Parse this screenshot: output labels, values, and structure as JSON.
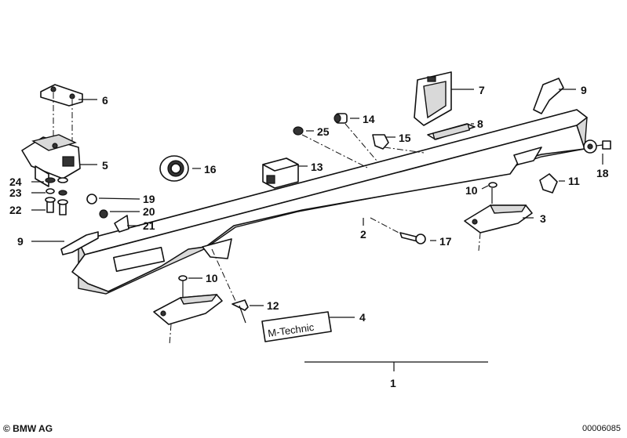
{
  "diagram": {
    "callouts": [
      {
        "id": "c1",
        "text": "1"
      },
      {
        "id": "c2",
        "text": "2"
      },
      {
        "id": "c3",
        "text": "3"
      },
      {
        "id": "c4",
        "text": "4"
      },
      {
        "id": "c5",
        "text": "5"
      },
      {
        "id": "c6",
        "text": "6"
      },
      {
        "id": "c7",
        "text": "7"
      },
      {
        "id": "c8",
        "text": "8"
      },
      {
        "id": "c9a",
        "text": "9"
      },
      {
        "id": "c9b",
        "text": "9"
      },
      {
        "id": "c10a",
        "text": "10"
      },
      {
        "id": "c10b",
        "text": "10"
      },
      {
        "id": "c11",
        "text": "11"
      },
      {
        "id": "c12",
        "text": "12"
      },
      {
        "id": "c13",
        "text": "13"
      },
      {
        "id": "c14",
        "text": "14"
      },
      {
        "id": "c15",
        "text": "15"
      },
      {
        "id": "c16",
        "text": "16"
      },
      {
        "id": "c17",
        "text": "17"
      },
      {
        "id": "c18",
        "text": "18"
      },
      {
        "id": "c19",
        "text": "19"
      },
      {
        "id": "c20",
        "text": "20"
      },
      {
        "id": "c21",
        "text": "21"
      },
      {
        "id": "c22",
        "text": "22"
      },
      {
        "id": "c23",
        "text": "23"
      },
      {
        "id": "c24",
        "text": "24"
      },
      {
        "id": "c25",
        "text": "25"
      }
    ],
    "badge_text": "M-Technic"
  },
  "footer": {
    "copyright": "© BMW AG",
    "doc_id": "00006085"
  }
}
